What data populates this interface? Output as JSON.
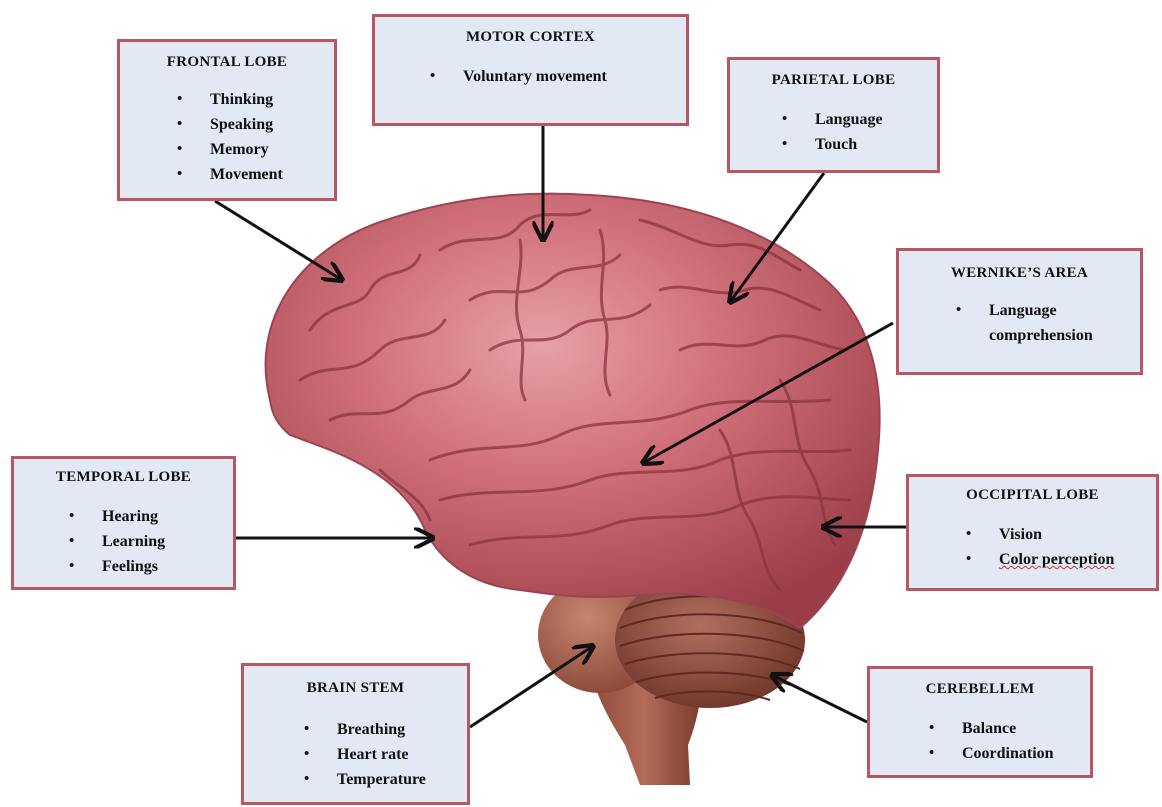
{
  "colors": {
    "box_background": "#e3e9f4",
    "box_border": "#b8575d",
    "brain_surface": "#c9656f",
    "arrow": "#111111"
  },
  "boxes": {
    "frontal_lobe": {
      "title": "FRONTAL LOBE",
      "items": [
        "Thinking",
        "Speaking",
        "Memory",
        "Movement"
      ]
    },
    "motor_cortex": {
      "title": "MOTOR CORTEX",
      "items": [
        "Voluntary movement"
      ]
    },
    "parietal_lobe": {
      "title": "PARIETAL LOBE",
      "items": [
        "Language",
        "Touch"
      ]
    },
    "wernickes_area": {
      "title": "WERNIKE’S AREA",
      "items": [
        "Language comprehension"
      ]
    },
    "temporal_lobe": {
      "title": "TEMPORAL LOBE",
      "items": [
        "Hearing",
        "Learning",
        "Feelings"
      ]
    },
    "occipital_lobe": {
      "title": "OCCIPITAL LOBE",
      "items": [
        "Vision",
        "Color perception"
      ]
    },
    "brain_stem": {
      "title": "BRAIN STEM",
      "items": [
        "Breathing",
        "Heart rate",
        "Temperature"
      ]
    },
    "cerebellum": {
      "title": "CEREBELLEM",
      "items": [
        "Balance",
        "Coordination"
      ]
    }
  }
}
